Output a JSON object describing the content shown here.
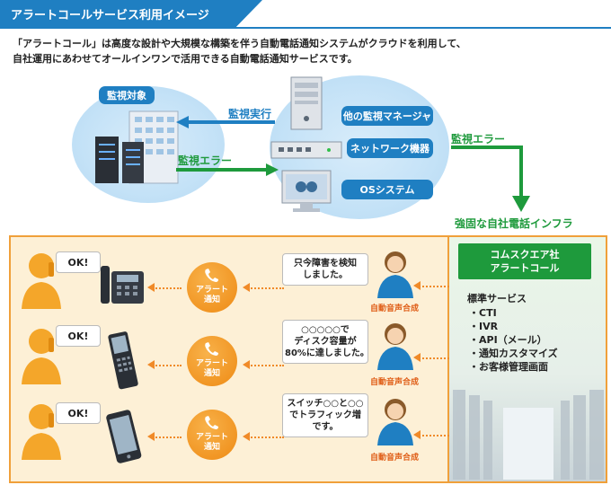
{
  "title": "アラートコールサービス利用イメージ",
  "intro": [
    "「アラートコール」は高度な設計や大規模な構築を伴う自動電話通知システムがクラウドを利用して、",
    "自社運用にあわせてオールインワンで活用できる自動電話通知サービスです。"
  ],
  "monitored_label": "監視対象",
  "monitor_exec_label": "監視実行",
  "monitor_error_label": "監視エラー",
  "right_error_label": "監視エラー",
  "managers": [
    "他の監視マネージャ",
    "ネットワーク機器",
    "OSシステム"
  ],
  "infra_label": "強固な自社電話インフラ",
  "company": {
    "line1": "コムスクエア社",
    "line2": "アラートコール"
  },
  "services": {
    "heading": "標準サービス",
    "items": [
      "・CTI",
      "・IVR",
      "・API（メール）",
      "・通知カスタマイズ",
      "・お客様管理画面"
    ]
  },
  "rows": [
    {
      "ok": "OK!",
      "notify": [
        "アラート",
        "通知"
      ],
      "message": [
        "只今障害を検知",
        "しました。"
      ],
      "voice": "自動音声合成"
    },
    {
      "ok": "OK!",
      "notify": [
        "アラート",
        "通知"
      ],
      "message": [
        "○○○○○で",
        "ディスク容量が",
        "80%に達しました。"
      ],
      "voice": "自動音声合成"
    },
    {
      "ok": "OK!",
      "notify": [
        "アラート",
        "通知"
      ],
      "message": [
        "スイッチ○○と○○",
        "でトラフィック増",
        "です。"
      ],
      "voice": "自動音声合成"
    }
  ],
  "colors": {
    "blue": "#1f7fc2",
    "green": "#1e9a3c",
    "orange": "#f08a28"
  }
}
